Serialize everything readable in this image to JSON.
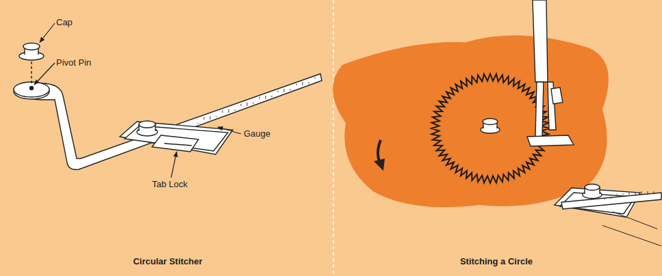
{
  "diagram": {
    "labels": [
      "Cap",
      "Pivot Pin",
      "Gauge",
      "Tab Lock",
      "Circular Stitcher",
      "Stitching a Circle"
    ]
  }
}
